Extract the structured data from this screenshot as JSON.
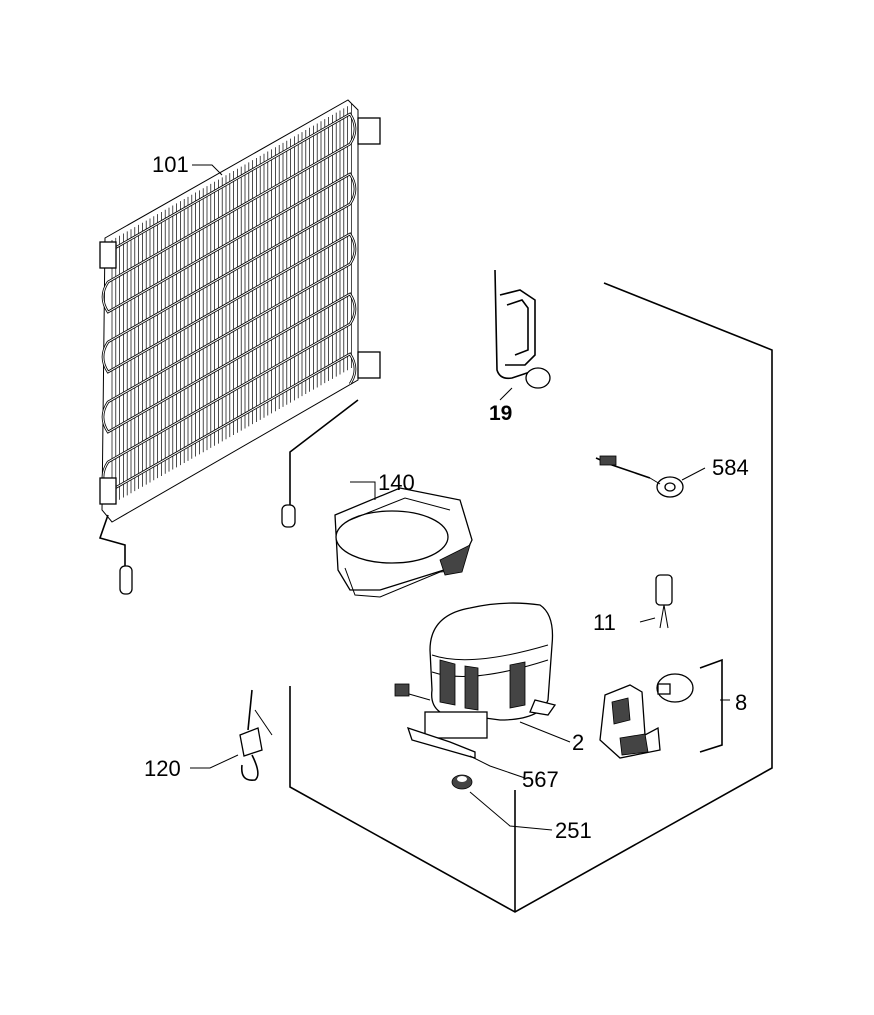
{
  "parts": {
    "condenser": {
      "callout": "101"
    },
    "drip_tray": {
      "callout": "140"
    },
    "power_cord": {
      "callout": "19"
    },
    "thermal_sensor": {
      "callout": "584"
    },
    "capacitor": {
      "callout": "11"
    },
    "compressor": {
      "callout": "2"
    },
    "relay_overload": {
      "callout": "8"
    },
    "mounting_plate": {
      "callout": "567"
    },
    "rubber_grommet": {
      "callout": "251"
    },
    "filter_drier": {
      "callout": "120"
    }
  },
  "colors": {
    "line": "#000000",
    "background": "#ffffff"
  }
}
